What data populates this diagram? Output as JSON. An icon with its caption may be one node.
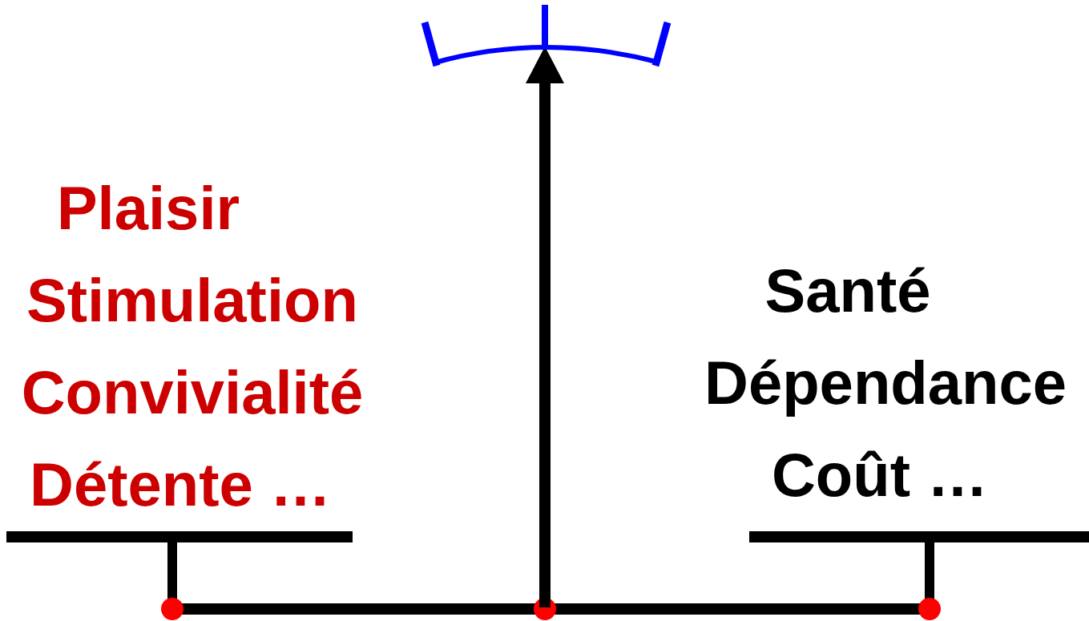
{
  "diagram": {
    "labels": [
      "Plaisir",
      "Stimulation",
      "Convivialité",
      "Détente …",
      "Santé",
      "Dépendance",
      "Coût …"
    ]
  }
}
